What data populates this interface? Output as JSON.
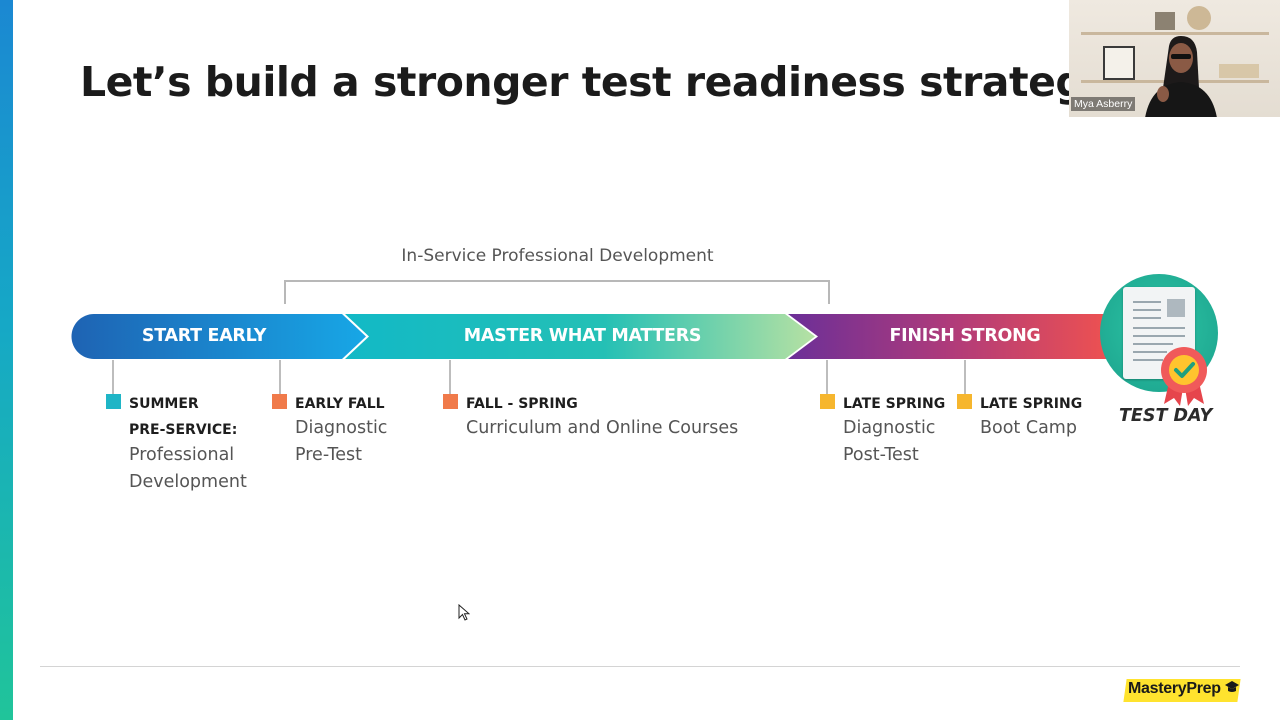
{
  "slide": {
    "title": "Let’s build a stronger test readiness strategy.",
    "in_service_label": "In-Service Professional Development",
    "phases": [
      {
        "label": "START EARLY"
      },
      {
        "label": "MASTER WHAT MATTERS"
      },
      {
        "label": "FINISH STRONG"
      }
    ],
    "milestones": [
      {
        "heading": "SUMMER",
        "heading2": "PRE-SERVICE:",
        "lines": [
          "Professional",
          "Development"
        ],
        "color": "#1fb5c6"
      },
      {
        "heading": "EARLY FALL",
        "lines": [
          "Diagnostic",
          "Pre-Test"
        ],
        "color": "#f07a4a"
      },
      {
        "heading": "FALL - SPRING",
        "lines": [
          "Curriculum and Online Courses"
        ],
        "color": "#f07a4a"
      },
      {
        "heading": "LATE SPRING",
        "lines": [
          "Diagnostic",
          "Post-Test"
        ],
        "color": "#f6b62e"
      },
      {
        "heading": "LATE SPRING",
        "lines": [
          "Boot Camp"
        ],
        "color": "#f6b62e"
      }
    ],
    "test_day_label": "TEST DAY",
    "logo_text": "MasteryPrep"
  },
  "video": {
    "participant_name": "Mya Asberry"
  },
  "colors": {
    "start_early": [
      "#1e63b3",
      "#17a7e6"
    ],
    "master_what_matters": [
      "#12b9c6",
      "#8ed6a5"
    ],
    "finish_strong": [
      "#6b2f98",
      "#f0524f"
    ],
    "badge": "#1fa98f",
    "logo_bg": "#ffe32e"
  }
}
